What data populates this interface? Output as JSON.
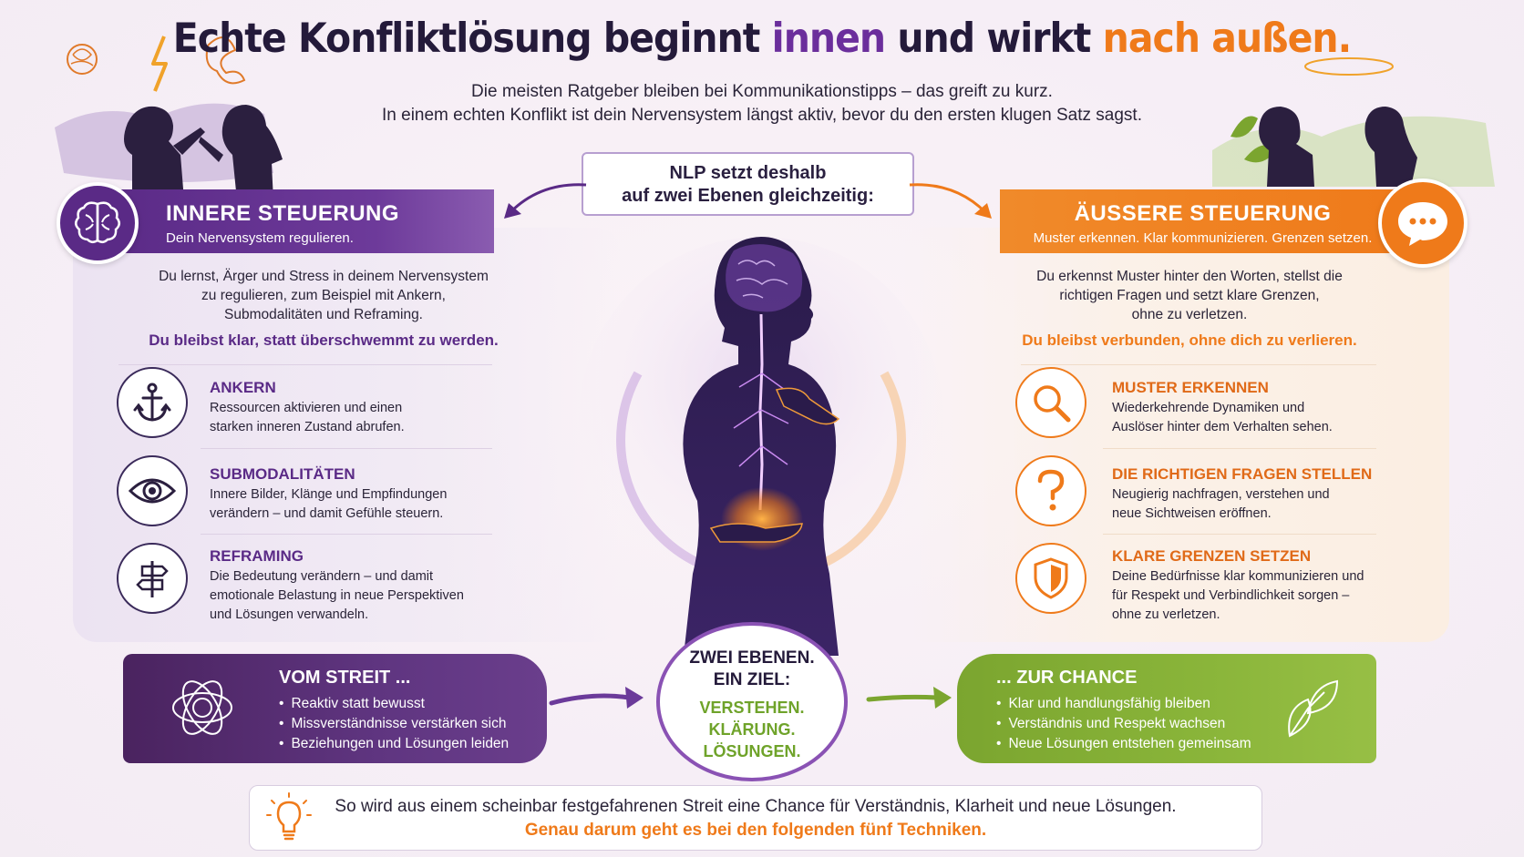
{
  "title": {
    "part1": "Echte Konfliktlösung beginnt ",
    "part2": "innen",
    "part3": " und wirkt ",
    "part4": "nach außen."
  },
  "intro": {
    "line1": "Die meisten Ratgeber bleiben bei Kommunikationstipps – das greift zu kurz.",
    "line2": "In einem echten Konflikt ist dein Nervensystem längst aktiv, bevor du den ersten klugen Satz sagst."
  },
  "nlp": {
    "line1": "NLP setzt deshalb",
    "line2": "auf zwei Ebenen gleichzeitig:"
  },
  "left": {
    "header_title": "INNERE STEUERUNG",
    "header_sub": "Dein Nervensystem regulieren.",
    "desc": [
      "Du lernst, Ärger und Stress in deinem Nervensystem",
      "zu regulieren, zum Beispiel mit Ankern,",
      "Submodalitäten und Reframing."
    ],
    "claim": "Du bleibst klar, statt überschwemmt zu werden.",
    "items": [
      {
        "icon": "anchor-icon",
        "title": "ANKERN",
        "text": [
          "Ressourcen aktivieren und einen",
          "starken inneren Zustand abrufen."
        ]
      },
      {
        "icon": "eye-icon",
        "title": "SUBMODALITÄTEN",
        "text": [
          "Innere Bilder, Klänge und Empfindungen",
          "verändern – und damit Gefühle steuern."
        ]
      },
      {
        "icon": "signpost-icon",
        "title": "REFRAMING",
        "text": [
          "Die Bedeutung verändern – und damit",
          "emotionale Belastung in neue Perspektiven",
          "und Lösungen verwandeln."
        ]
      }
    ]
  },
  "right": {
    "header_title": "ÄUSSERE STEUERUNG",
    "header_sub": "Muster erkennen. Klar kommunizieren. Grenzen setzen.",
    "desc": [
      "Du erkennst Muster hinter den Worten, stellst die",
      "richtigen Fragen und setzt klare Grenzen,",
      "ohne zu verletzen."
    ],
    "claim": "Du bleibst verbunden, ohne dich zu verlieren.",
    "items": [
      {
        "icon": "magnifier-icon",
        "title": "MUSTER ERKENNEN",
        "text": [
          "Wiederkehrende Dynamiken und",
          "Auslöser hinter dem Verhalten sehen."
        ]
      },
      {
        "icon": "question-icon",
        "title": "DIE RICHTIGEN FRAGEN STELLEN",
        "text": [
          "Neugierig nachfragen, verstehen und",
          "neue Sichtweisen eröffnen."
        ]
      },
      {
        "icon": "shield-icon",
        "title": "KLARE GRENZEN SETZEN",
        "text": [
          "Deine Bedürfnisse klar kommunizieren und",
          "für Respekt und Verbindlichkeit sorgen –",
          "ohne zu verletzen."
        ]
      }
    ]
  },
  "center": {
    "top1": "ZWEI EBENEN.",
    "top2": "EIN ZIEL:",
    "bottom1": "VERSTEHEN.",
    "bottom2": "KLÄRUNG.",
    "bottom3": "LÖSUNGEN."
  },
  "band_left": {
    "title": "VOM STREIT ...",
    "items": [
      "Reaktiv statt bewusst",
      "Missverständnisse verstärken sich",
      "Beziehungen und Lösungen leiden"
    ]
  },
  "band_right": {
    "title": "... ZUR CHANCE",
    "items": [
      "Klar und handlungsfähig bleiben",
      "Verständnis und Respekt wachsen",
      "Neue Lösungen entstehen gemeinsam"
    ]
  },
  "footer": {
    "line1": "So wird aus einem scheinbar festgefahrenen Streit eine Chance für Verständnis, Klarheit und neue Lösungen.",
    "line2": "Genau darum geht es bei den folgenden fünf Techniken."
  },
  "colors": {
    "purple": "#5a2a86",
    "orange": "#ef7a1a",
    "green": "#6fa32a"
  }
}
